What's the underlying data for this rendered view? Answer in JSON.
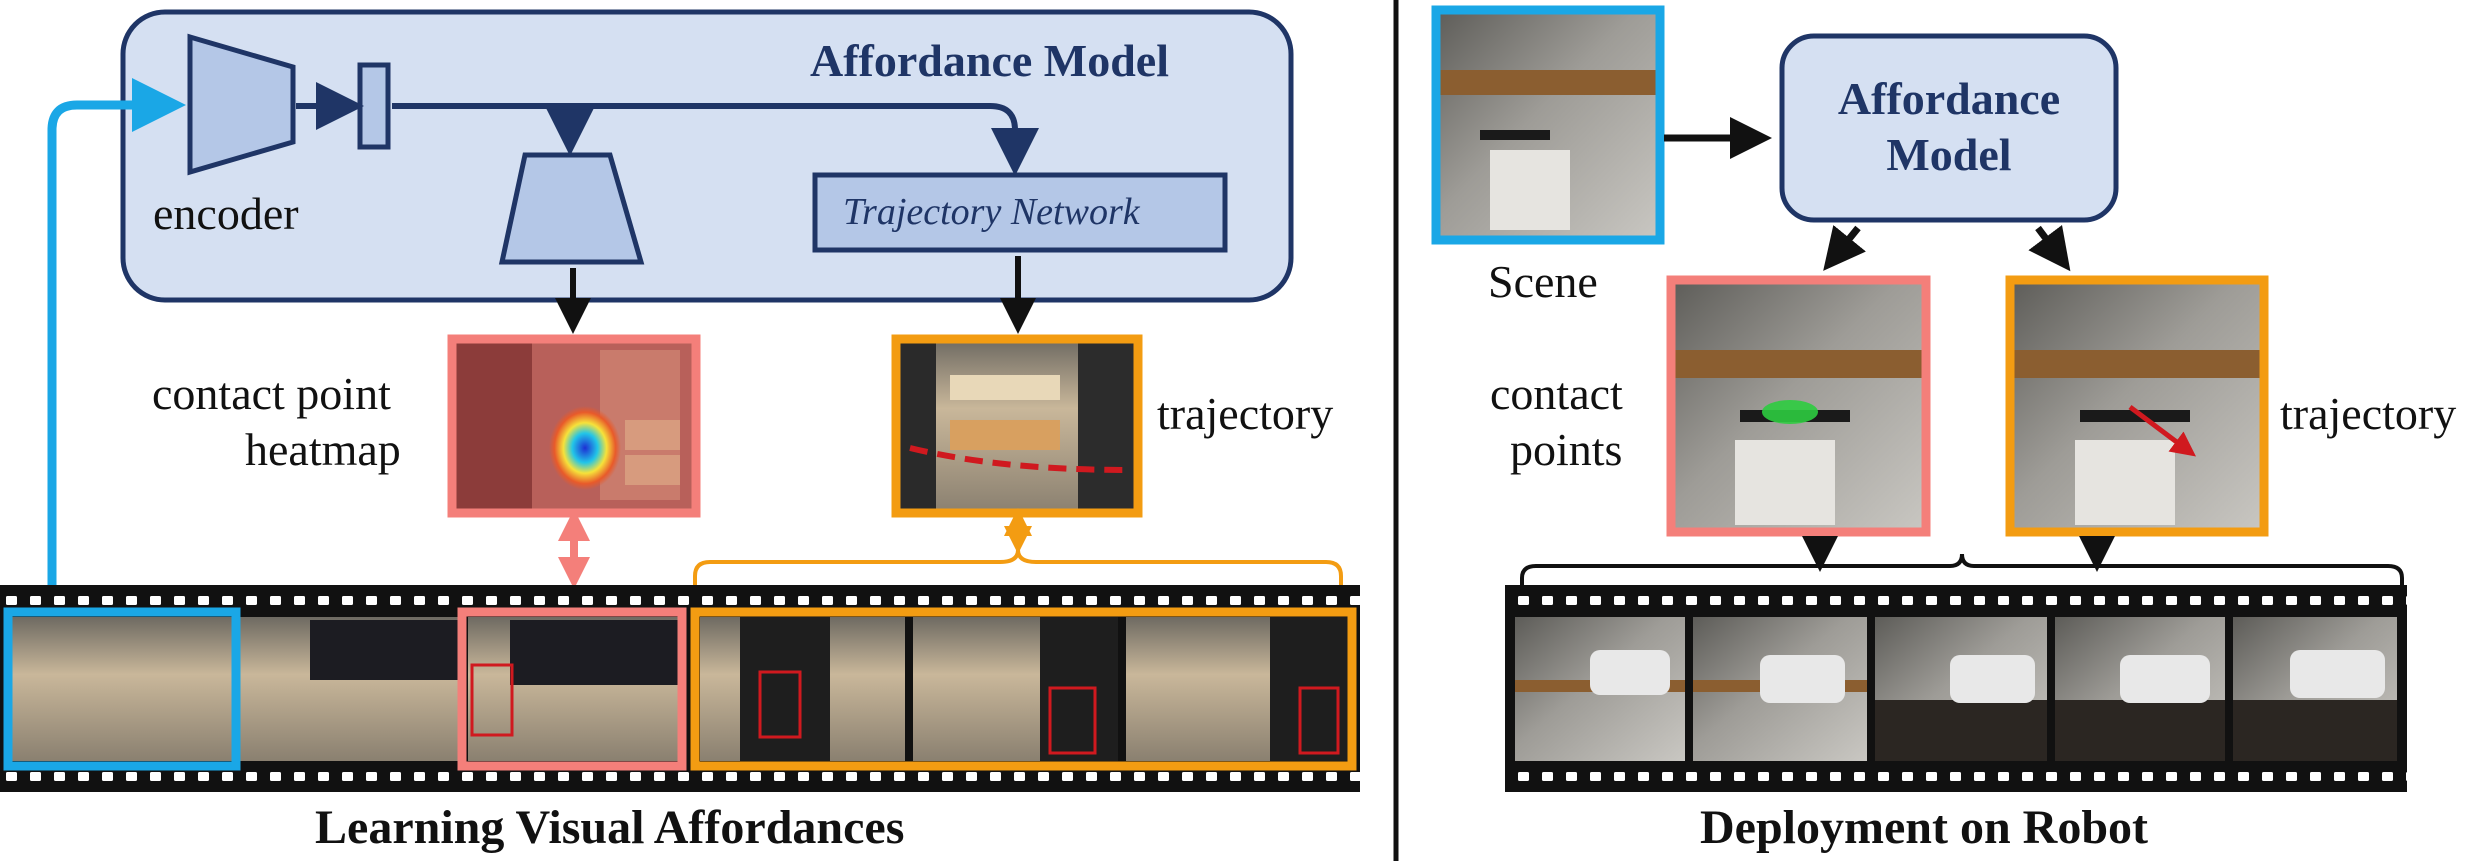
{
  "left_panel": {
    "model_title": "Affordance Model",
    "encoder_label": "encoder",
    "trajectory_network_label": "Trajectory Network",
    "heatmap_label_line1": "contact point",
    "heatmap_label_line2": "heatmap",
    "trajectory_label": "trajectory",
    "bottom_title": "Learning Visual Affordances"
  },
  "right_panel": {
    "scene_label": "Scene",
    "model_title_line1": "Affordance",
    "model_title_line2": "Model",
    "contact_label_line1": "contact",
    "contact_label_line2": "points",
    "trajectory_label": "trajectory",
    "bottom_title": "Deployment on Robot"
  },
  "colors": {
    "navy": "#1f3566",
    "model_fill": "#d5e0f2",
    "block_fill": "#b4c7e7",
    "cyan": "#1aa7e6",
    "salmon": "#f47f7a",
    "orange": "#f39c12",
    "red": "#d0191f",
    "green": "#2ecc40"
  },
  "icons": {
    "encoder": "trapezoid-encoder-icon",
    "decoder": "trapezoid-decoder-icon",
    "film": "film-strip-icon"
  }
}
